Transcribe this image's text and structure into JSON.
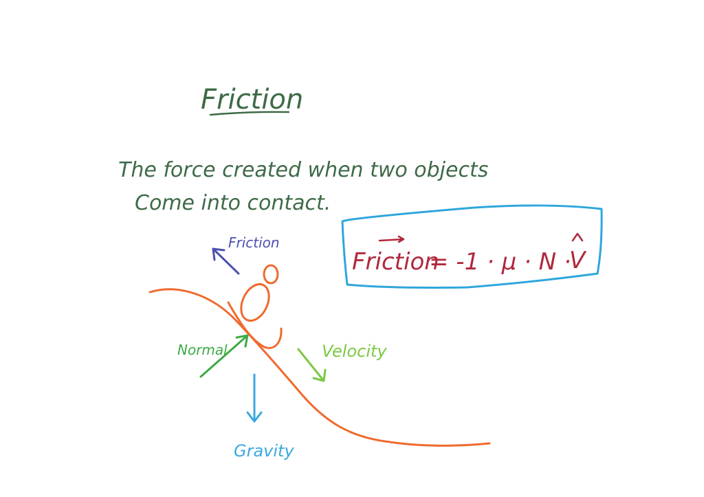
{
  "title": "Friction",
  "definition": {
    "line1": "The force created when two objects",
    "line2": "Come into contact."
  },
  "formula": {
    "friction_word": "Friction",
    "rest": "= -1 · μ · N · ",
    "v_hat": "V"
  },
  "labels": {
    "friction": "Friction",
    "normal": "Normal",
    "velocity": "Velocity",
    "gravity": "Gravity"
  },
  "colors": {
    "ink_green": "#3e6a47",
    "title_green": "#3e6a47",
    "formula_red": "#b0283c",
    "box_blue": "#2ea6dc",
    "slope_orange": "#ef6a2e",
    "friction_arrow": "#4a4fb0",
    "normal_arrow": "#3daa45",
    "velocity_arrow": "#7bc943",
    "gravity_arrow": "#3aa8e0"
  }
}
